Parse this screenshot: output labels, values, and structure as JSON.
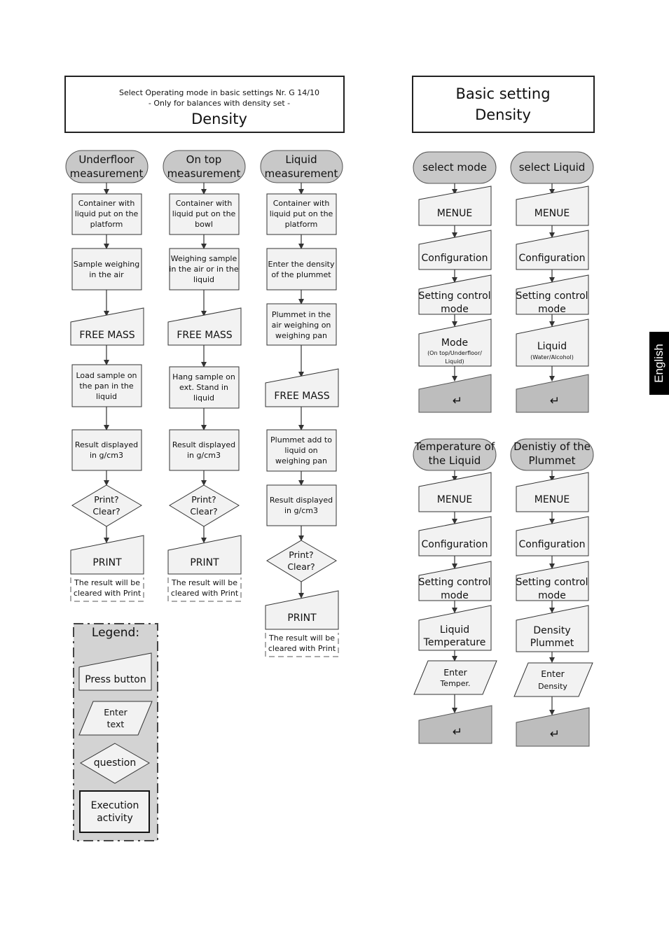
{
  "header_left": {
    "line1": "Select Operating mode in basic settings Nr. G 14/10",
    "line2": "- Only for balances with density set -",
    "title": "Density"
  },
  "header_right": {
    "line1": "Basic setting",
    "line2": "Density"
  },
  "col1": {
    "start": [
      "Underfloor",
      "measurement"
    ],
    "s1": [
      "Container with",
      "liquid put on the",
      "platform"
    ],
    "s2": [
      "Sample weighing",
      "in the air"
    ],
    "s3": "FREE MASS",
    "s4": [
      "Load sample on",
      "the pan in the",
      "liquid"
    ],
    "s5": [
      "Result displayed",
      "in g/cm3"
    ],
    "q": [
      "Print?",
      "Clear?"
    ],
    "p": "PRINT",
    "note": [
      "The result will be",
      "cleared with Print"
    ]
  },
  "col2": {
    "start": [
      "On top",
      "measurement"
    ],
    "s1": [
      "Container with",
      "liquid put on the",
      "bowl"
    ],
    "s2": [
      "Weighing sample",
      "in the air or in the",
      "liquid"
    ],
    "s3": "FREE MASS",
    "s4": [
      "Hang sample on",
      "ext. Stand in",
      "liquid"
    ],
    "s5": [
      "Result displayed",
      "in g/cm3"
    ],
    "q": [
      "Print?",
      "Clear?"
    ],
    "p": "PRINT",
    "note": [
      "The result will be",
      "cleared with Print"
    ]
  },
  "col3": {
    "start": [
      "Liquid",
      "measurement"
    ],
    "s1": [
      "Container with",
      "liquid put on the",
      "platform"
    ],
    "s2": [
      "Enter the density",
      "of the plummet"
    ],
    "s3": [
      "Plummet in the",
      "air weighing on",
      "weighing pan"
    ],
    "s4": "FREE MASS",
    "s5": [
      "Plummet add to",
      "liquid on",
      "weighing pan"
    ],
    "s6": [
      "Result displayed",
      "in g/cm3"
    ],
    "q": [
      "Print?",
      "Clear?"
    ],
    "p": "PRINT",
    "note": [
      "The result will be",
      "cleared with Print"
    ]
  },
  "legend": {
    "title": "Legend:",
    "press": "Press button",
    "enter": [
      "Enter",
      "text"
    ],
    "question": "question",
    "exec": [
      "Execution",
      "activity"
    ]
  },
  "rc1": {
    "start": "select mode",
    "menue": "MENUE",
    "config": "Configuration",
    "setting": [
      "Setting control",
      "mode"
    ],
    "mode": "Mode",
    "mode_sub": [
      "(On top/Underfloor/",
      "Liquid)"
    ],
    "enter": "↵"
  },
  "rc2": {
    "start": "select Liquid",
    "menue": "MENUE",
    "config": "Configuration",
    "setting": [
      "Setting control",
      "mode"
    ],
    "liquid": "Liquid",
    "liquid_sub": "(Water/Alcohol)",
    "enter": "↵"
  },
  "rc3": {
    "start": [
      "Temperature of",
      "the Liquid"
    ],
    "menue": "MENUE",
    "config": "Configuration",
    "setting": [
      "Setting control",
      "mode"
    ],
    "lt": [
      "Liquid",
      "Temperature"
    ],
    "in": [
      "Enter",
      "Temper."
    ],
    "enter": "↵"
  },
  "rc4": {
    "start": [
      "Denistiy of the",
      "Plummet"
    ],
    "menue": "MENUE",
    "config": "Configuration",
    "setting": [
      "Setting control",
      "mode"
    ],
    "dp": [
      "Density",
      "Plummet"
    ],
    "in": [
      "Enter",
      "Density"
    ],
    "enter": "↵"
  },
  "side_tab": "English"
}
